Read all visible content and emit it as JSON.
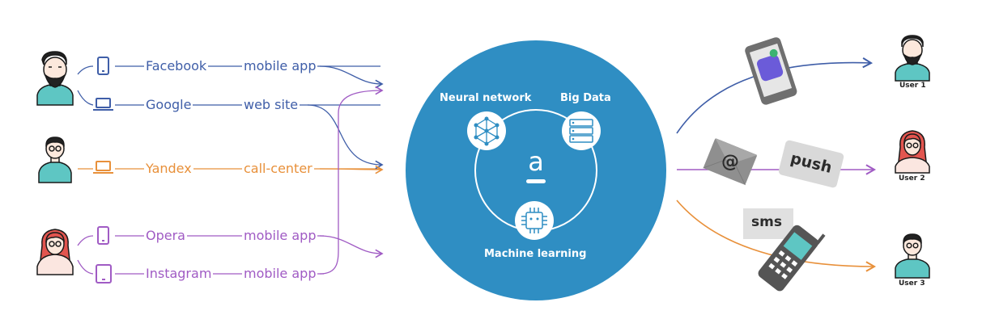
{
  "sources": [
    {
      "channel": "Facebook",
      "type": "mobile app",
      "color": "#3f5ea8",
      "icon": "phone-icon"
    },
    {
      "channel": "Google",
      "type": "web site",
      "color": "#3f5ea8",
      "icon": "laptop-icon"
    },
    {
      "channel": "Yandex",
      "type": "call-center",
      "color": "#e8903a",
      "icon": "laptop-icon"
    },
    {
      "channel": "Opera",
      "type": "mobile app",
      "color": "#a05bc4",
      "icon": "phone-icon"
    },
    {
      "channel": "Instagram",
      "type": "mobile app",
      "color": "#a05bc4",
      "icon": "tablet-icon"
    }
  ],
  "hub": {
    "logo": "a",
    "color": "#2f8ec3",
    "nodes": [
      {
        "label": "Neural network",
        "icon": "neural-network-icon"
      },
      {
        "label": "Big Data",
        "icon": "server-icon"
      },
      {
        "label": "Machine learning",
        "icon": "chip-icon"
      }
    ]
  },
  "outputs": {
    "email_icon": "at-sign-icon",
    "push_label": "push",
    "sms_label": "sms"
  },
  "users": [
    "User 1",
    "User 2",
    "User 3"
  ],
  "colors": {
    "blue": "#3f5ea8",
    "orange": "#e8903a",
    "purple": "#a05bc4",
    "teal": "#5ec6c3",
    "red": "#e2554f"
  }
}
